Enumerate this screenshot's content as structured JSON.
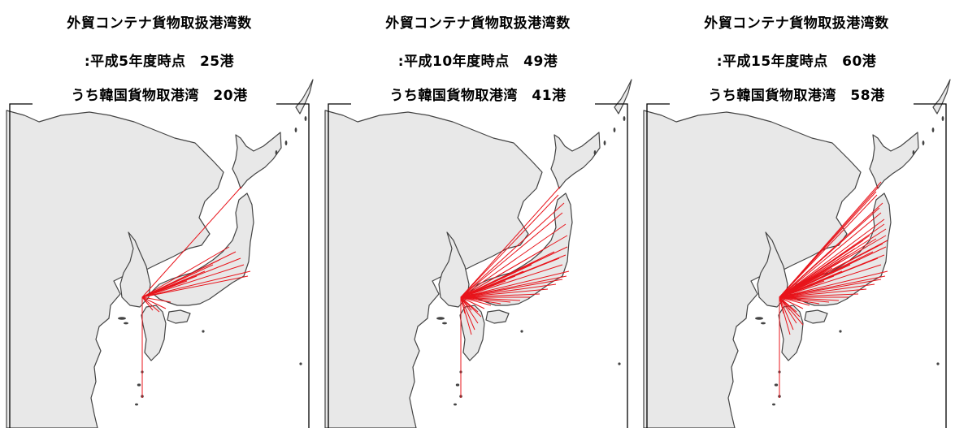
{
  "panels": [
    {
      "title": "外貿コンテナ貨物取扱港湾数",
      "period": ":平成5年度時点　25港",
      "korea": "うち韓国貨物取港湾　20港",
      "routes": 20
    },
    {
      "title": "外貿コンテナ貨物取扱港湾数",
      "period": ":平成10年度時点　49港",
      "korea": "うち韓国貨物取港湾　41港",
      "routes": 41
    },
    {
      "title": "外貿コンテナ貨物取扱港湾数",
      "period": ":平成15年度時点　60港",
      "korea": "うち韓国貨物取港湾　58港",
      "routes": 58
    }
  ],
  "colors": {
    "sea": "#ffffff",
    "land": "#e8e8e8",
    "coast": "#444444",
    "route": "#e8141b",
    "frame": "#000000"
  }
}
